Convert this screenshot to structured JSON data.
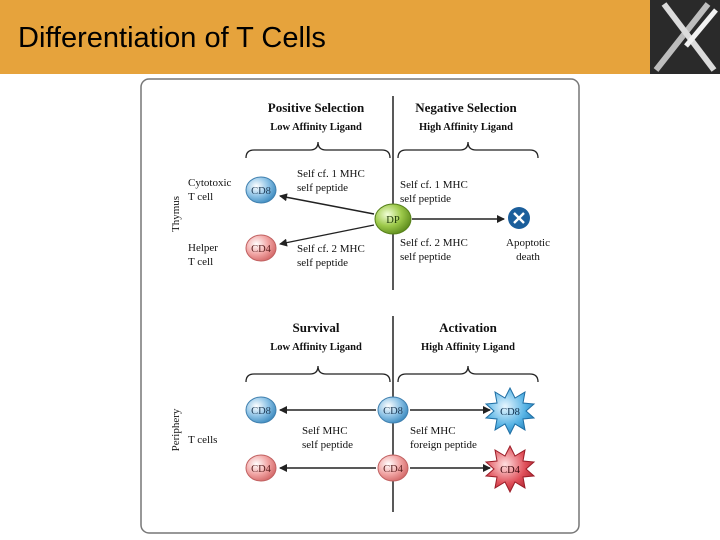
{
  "slide": {
    "title": "Differentiation of T Cells",
    "accent_color": "#e6a33c",
    "logo_icon": "crossed-bones-logo"
  },
  "diagram": {
    "top": {
      "left_header": "Positive Selection",
      "left_subheader": "Low Affinity Ligand",
      "right_header": "Negative Selection",
      "right_subheader": "High Affinity Ligand",
      "side_label": "Thymus",
      "cytotoxic_label_line1": "Cytotoxic",
      "cytotoxic_label_line2": "T cell",
      "helper_label_line1": "Helper",
      "helper_label_line2": "T cell",
      "cd8_cell": "CD8",
      "cd4_cell": "CD4",
      "dp_cell": "DP",
      "arrow_cd8_label_line1": "Self cf. 1 MHC",
      "arrow_cd8_label_line2": "self peptide",
      "arrow_cd4_label_line1": "Self cf. 2 MHC",
      "arrow_cd4_label_line2": "self peptide",
      "right_upper_label_line1": "Self cf. 1 MHC",
      "right_upper_label_line2": "self peptide",
      "right_lower_label_line1": "Self cf. 2 MHC",
      "right_lower_label_line2": "self peptide",
      "apoptotic_line1": "Apoptotic",
      "apoptotic_line2": "death"
    },
    "bottom": {
      "left_header": "Survival",
      "left_subheader": "Low Affinity Ligand",
      "right_header": "Activation",
      "right_subheader": "High Affinity Ligand",
      "side_label": "Periphery",
      "t_cells_label": "T cells",
      "cd8_left": "CD8",
      "cd4_left": "CD4",
      "cd8_center": "CD8",
      "cd4_center": "CD4",
      "cd8_activated": "CD8",
      "cd4_activated": "CD4",
      "left_label_line1": "Self MHC",
      "left_label_line2": "self peptide",
      "right_label_line1": "Self MHC",
      "right_label_line2": "foreign peptide"
    },
    "colors": {
      "cd8": "#8ec3e6",
      "cd4": "#f2a7a6",
      "dp": "#9dc94a",
      "death": "#1b5e9b",
      "activated_cd8": "#58b4e5",
      "activated_cd4": "#e0505a"
    }
  }
}
